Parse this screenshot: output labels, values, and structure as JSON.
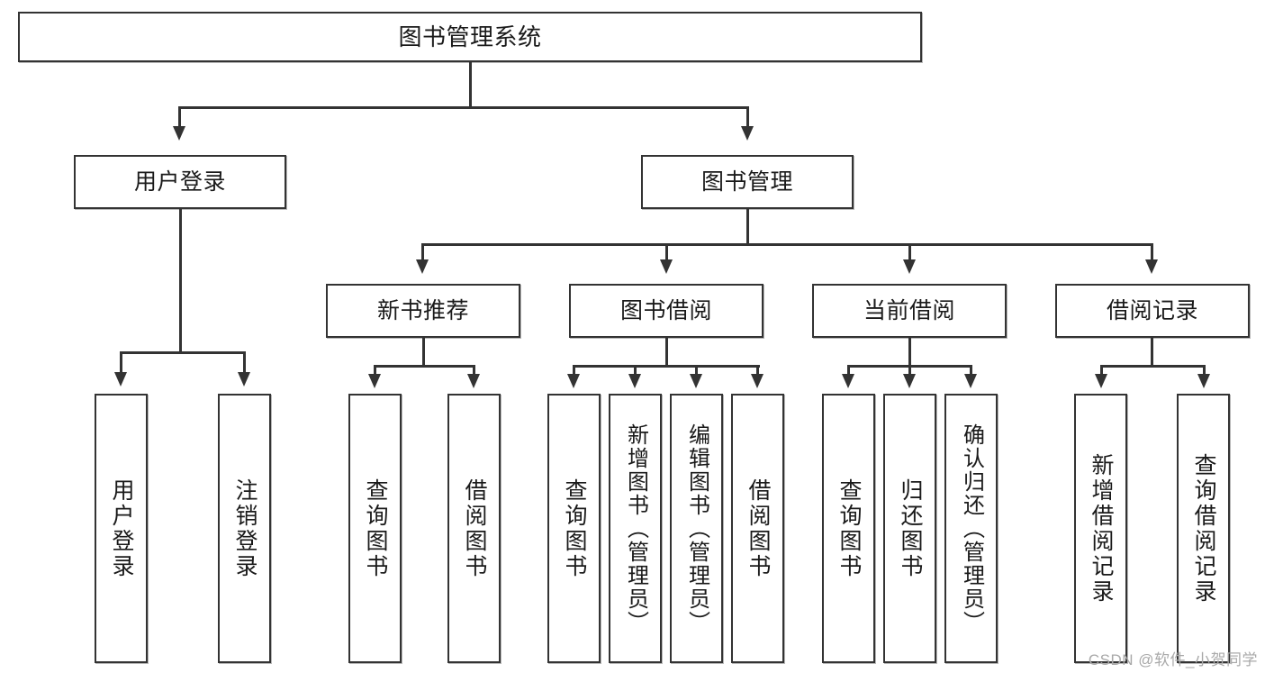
{
  "diagram": {
    "type": "tree",
    "title": "图书管理系统",
    "root": {
      "label": "图书管理系统"
    },
    "level2": [
      {
        "label": "用户登录"
      },
      {
        "label": "图书管理"
      }
    ],
    "level3": [
      {
        "label": "新书推荐"
      },
      {
        "label": "图书借阅"
      },
      {
        "label": "当前借阅"
      },
      {
        "label": "借阅记录"
      }
    ],
    "leaves": {
      "user_login": [
        {
          "label": "用户登录"
        },
        {
          "label": "注销登录"
        }
      ],
      "new_book_recommend": [
        {
          "label": "查询图书"
        },
        {
          "label": "借阅图书"
        }
      ],
      "book_borrow": [
        {
          "label": "查询图书"
        },
        {
          "label": "新增图书（管理员）"
        },
        {
          "label": "编辑图书（管理员）"
        },
        {
          "label": "借阅图书"
        }
      ],
      "current_borrow": [
        {
          "label": "查询图书"
        },
        {
          "label": "归还图书"
        },
        {
          "label": "确认归还（管理员）"
        }
      ],
      "borrow_record": [
        {
          "label": "新增借阅记录"
        },
        {
          "label": "查询借阅记录"
        }
      ]
    }
  },
  "watermark": {
    "text": "CSDN @软件_小贺同学"
  },
  "colors": {
    "stroke": "#333333",
    "background": "#ffffff",
    "text": "#1a1a1a",
    "watermark": "#a9a9a9"
  }
}
